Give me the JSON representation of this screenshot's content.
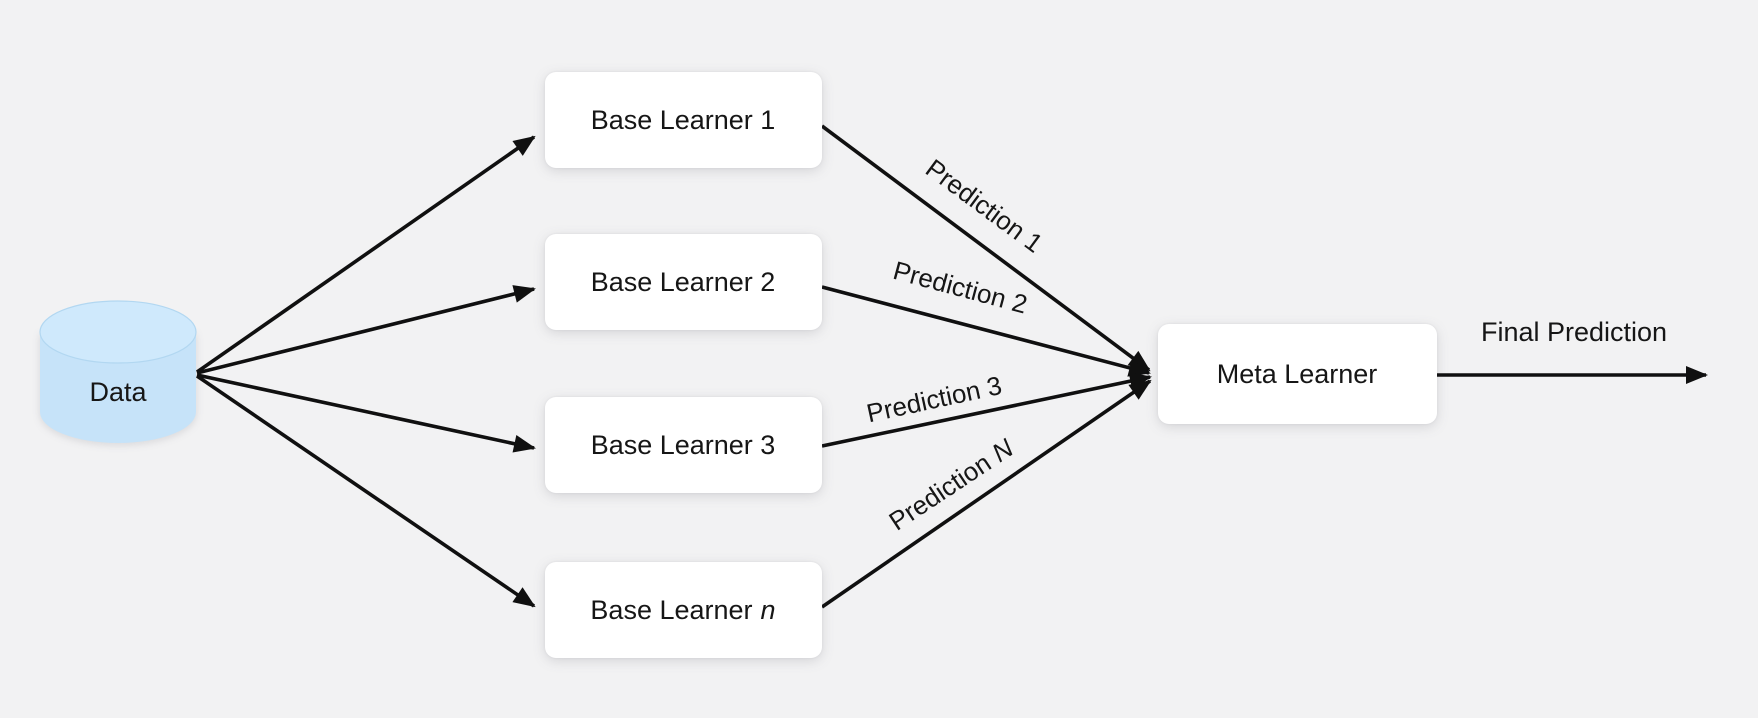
{
  "diagram": {
    "type": "stacking-ensemble-flow",
    "nodes": {
      "data": {
        "label": "Data",
        "shape": "cylinder",
        "fill": "#c6e3f9"
      },
      "base_learner_1": {
        "label": "Base Learner 1",
        "shape": "rounded-rect",
        "fill": "#ffffff"
      },
      "base_learner_2": {
        "label": "Base Learner 2",
        "shape": "rounded-rect",
        "fill": "#ffffff"
      },
      "base_learner_3": {
        "label": "Base Learner 3",
        "shape": "rounded-rect",
        "fill": "#ffffff"
      },
      "base_learner_n": {
        "label_prefix": "Base Learner",
        "label_var": "n",
        "shape": "rounded-rect",
        "fill": "#ffffff"
      },
      "meta_learner": {
        "label": "Meta Learner",
        "shape": "rounded-rect",
        "fill": "#ffffff"
      }
    },
    "edge_labels": {
      "prediction_1": "Prediction 1",
      "prediction_2": "Prediction 2",
      "prediction_3": "Prediction 3",
      "prediction_n_prefix": "Prediction",
      "prediction_n_var": "N",
      "final_prediction": "Final Prediction"
    },
    "colors": {
      "background": "#f2f2f3",
      "node_fill": "#ffffff",
      "data_node_fill": "#c6e3f9",
      "data_node_top_fill": "#cfe9fc",
      "arrow": "#101010",
      "text": "#161616"
    }
  }
}
